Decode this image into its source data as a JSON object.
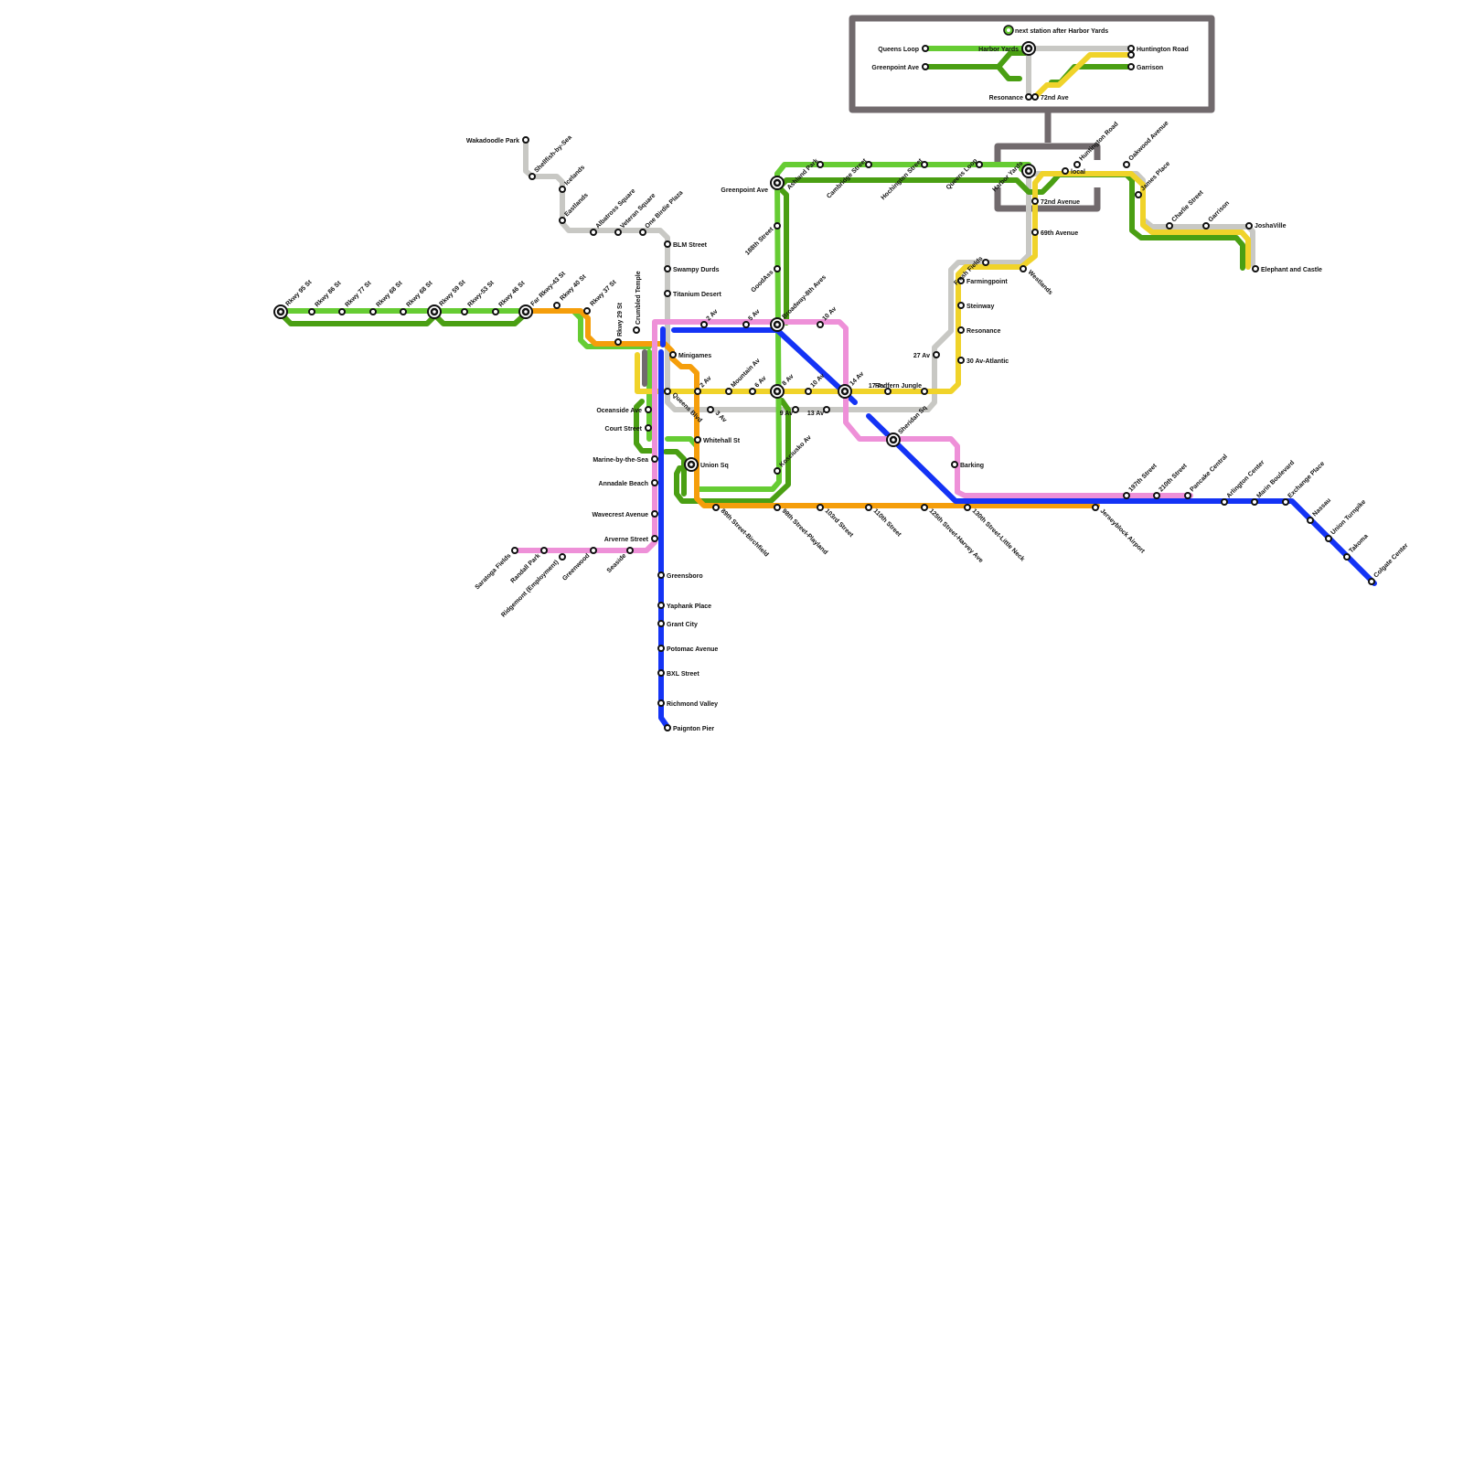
{
  "colors": {
    "green_light": "#66cc33",
    "green_dark": "#4a9f13",
    "gray": "#c8c8c4",
    "orange": "#f59e0b",
    "yellow": "#f0d32a",
    "blue": "#1433f5",
    "pink": "#ee90d8",
    "inset_frame": "#716a6d"
  },
  "legend": {
    "title": "next station after Harbor Yards",
    "stations": {
      "queens_loop": "Queens Loop",
      "greenpoint_ave": "Greenpoint Ave",
      "harbor_yards": "Harbor Yards",
      "huntington_road": "Huntington Road",
      "garrison": "Garrison",
      "resonance": "Resonance",
      "72nd_ave": "72nd Ave"
    }
  },
  "stations": {
    "rkwy_95": "Rkwy 95 St",
    "rkwy_86": "Rkwy 86 St",
    "rkwy_77": "Rkwy 77 St",
    "rkwy_68": "Rkwy 68 St",
    "rkwy_68b": "Rkwy 68 St",
    "rkwy_59": "Rkwy 59 St",
    "rkwy_53": "Rkwy-53 St",
    "rkwy_46": "Rkwy 46 St",
    "far_rkwy_43": "Far Rkwy-43 St",
    "rkwy_40": "Rkwy 40 St",
    "rkwy_37": "Rkwy 37 St",
    "rkwy_29": "Rkwy 29 St",
    "crumbled_temple": "Crumbled Temple",
    "wakadoodle_park": "Wakadoodle Park",
    "shellfish_by_sea": "Shellfish-by-Sea",
    "icelands": "Icelands",
    "eastlands": "Eastlands",
    "albatross_square": "Albatross Square",
    "veteran_square": "Veteran Square",
    "one_birdie_plaza": "One Birdie Plaza",
    "blm_street": "BLM Street",
    "swampy_durds": "Swampy Durds",
    "titanium_desert": "Titanium Desert",
    "minigames": "Minigames",
    "queens_blvd": "Queens Blvd",
    "oceanside_ave": "Oceanside Ave",
    "court_street": "Court Street",
    "marine_by_sea": "Marine-by-the-Sea",
    "annadale_beach": "Annadale Beach",
    "wavecrest_avenue": "Wavecrest Avenue",
    "arverne_street": "Arverne Street",
    "saratoga_fields": "Saratoga Fields",
    "randall_park": "Randall Park",
    "ridgemont": "Ridgemont (Employment)",
    "greenwood": "Greenwood",
    "seaside": "Seaside",
    "greensboro": "Greensboro",
    "yaphank_place": "Yaphank Place",
    "grant_city": "Grant City",
    "potomac_avenue": "Potomac Avenue",
    "bxl_street": "BXL Street",
    "richmond_valley": "Richmond Valley",
    "paignton_pier": "Paignton Pier",
    "av_2_top": "2 Av",
    "av_5": "5 Av",
    "broadway_8th": "Broadway-8th Aves",
    "av_10_top": "10 Av",
    "av_2": "2 Av",
    "mountain_av": "Mountain Av",
    "av_6": "6 Av",
    "av_8": "8 Av",
    "av_10": "10 Av",
    "av_14": "14 Av",
    "av_17": "17 Av",
    "redfern_jungle": "Redfern Jungle",
    "av_3": "3 Av",
    "av_9": "9 Av",
    "av_13": "13 Av",
    "sheridan_sq": "Sheridan Sq",
    "whitehall_st": "Whitehall St",
    "union_sq": "Union Sq",
    "kosciusko_av": "Kosciusko Av",
    "st_89_birchfield": "89th Street-Birchfield",
    "st_98_playland": "98th Street-Playland",
    "st_103": "103rd Street",
    "st_110": "110th Street",
    "st_125_harvey": "125th Street-Harvey Ave",
    "st_130_little_neck": "130th Street-Little Neck",
    "jerseyblock_airport": "Jerseyblock Airport",
    "st_197": "197th Street",
    "st_210": "210th Street",
    "pancake_central": "Pancake Central",
    "arlington_center": "Arlington Center",
    "marin_boulevard": "Marin Boulevard",
    "exchange_place": "Exchange Place",
    "nassau": "Nassau",
    "union_turnpike": "Union Turnpike",
    "takoma": "Takoma",
    "colgate_center": "Colgate Center",
    "barking": "Barking",
    "greenpoint_ave": "Greenpoint Ave",
    "st_188": "188th Street",
    "goodass": "GoodAss",
    "ashland_park": "Ashland Park",
    "cambridge_street": "Cambridge Street",
    "hochington_street": "Hochington Street",
    "queens_loop": "Queens Loop",
    "harbor_yards": "Harbor Yards",
    "huntington_road": "Huntington Road",
    "local": "local",
    "oakwood_avenue": "Oakwood Avenue",
    "james_place": "James Place",
    "charlie_street": "Charlie Street",
    "garrison": "Garrison",
    "joshaville": "JoshaVille",
    "elephant_castle": "Elephant and Castle",
    "av_72": "72nd Avenue",
    "av_69": "69th Avenue",
    "westlands": "Westlands",
    "fresh_fields": "Fresh Fields",
    "farmingpoint": "Farmingpoint",
    "steinway": "Steinway",
    "resonance": "Resonance",
    "av_30_atlantic": "30 Av-Atlantic",
    "av_27": "27 Av"
  }
}
